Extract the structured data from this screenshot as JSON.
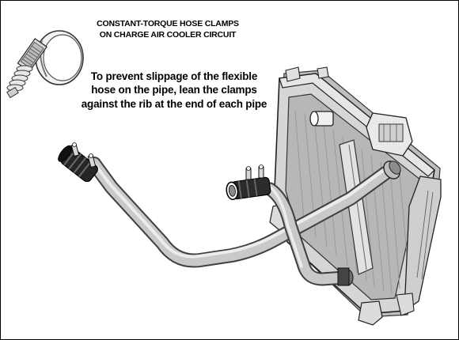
{
  "diagram": {
    "title_line1": "CONSTANT-TORQUE HOSE CLAMPS",
    "title_line2": "ON CHARGE AIR COOLER CIRCUIT",
    "note_line1": "To prevent slippage of the flexible",
    "note_line2": "hose on the pipe, lean the clamps",
    "note_line3": "against the rib at the end of each pipe"
  },
  "icons": [
    "hose-clamp-icon"
  ],
  "colors": {
    "border": "#000000",
    "cooler_frame": "#d4d4d4",
    "cooler_core": "#b9b9b9",
    "pipe_fill": "#c8c8c8",
    "pipe_edge": "#5a5a5a",
    "hose": "#2a2a2a"
  }
}
